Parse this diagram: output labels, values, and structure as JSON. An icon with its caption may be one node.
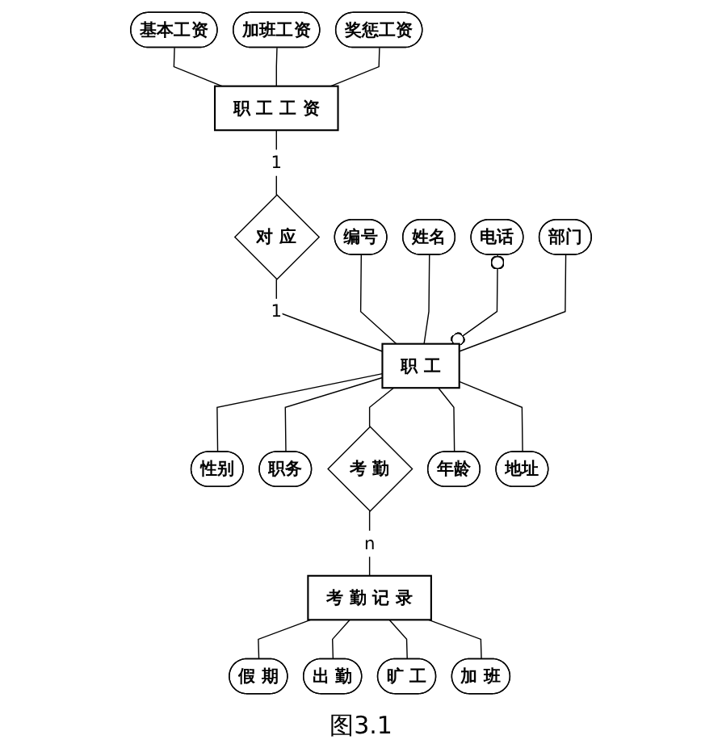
{
  "diagram": {
    "caption": "图3.1",
    "nodes": [
      {
        "text": [
          "基本工资"
        ]
      },
      {
        "text": [
          "加班工资"
        ]
      },
      {
        "text": [
          "奖惩工资"
        ]
      },
      {
        "text": [
          "职 工 工 资"
        ]
      },
      {
        "text": [
          "编号"
        ]
      },
      {
        "text": [
          "对 应"
        ]
      },
      {
        "text": [
          "电话"
        ]
      },
      {
        "text": [
          "姓名"
        ]
      },
      {
        "text": [
          "职 工"
        ]
      },
      {
        "text": [
          "部门"
        ]
      },
      {
        "text": [
          "性别"
        ]
      },
      {
        "text": [
          "职务"
        ]
      },
      {
        "text": [
          "考 勤"
        ]
      },
      {
        "text": [
          "年龄"
        ]
      },
      {
        "text": [
          "地址"
        ]
      },
      {
        "text": [
          "考 勤 记 录"
        ]
      },
      {
        "text": [
          "假 期"
        ]
      },
      {
        "text": [
          "出 勤"
        ]
      },
      {
        "text": [
          "旷 工"
        ]
      },
      {
        "text": [
          "加 班"
        ]
      }
    ],
    "edges": [
      {
        "from": 0,
        "to": 3,
        "arrow": "none"
      },
      {
        "from": 1,
        "to": 3,
        "arrow": "none"
      },
      {
        "from": 2,
        "to": 3,
        "arrow": "none"
      },
      {
        "from": 3,
        "to": 5,
        "arrow": "none",
        "label": "1"
      },
      {
        "from": 5,
        "to": 8,
        "arrow": "none",
        "label": "1"
      },
      {
        "from": 4,
        "to": 8,
        "arrow": "none"
      },
      {
        "from": 7,
        "to": 8,
        "arrow": "none"
      },
      {
        "from": 8,
        "to": 10,
        "arrow": "none"
      },
      {
        "from": 8,
        "to": 13,
        "arrow": "none"
      },
      {
        "from": 6,
        "to": 8,
        "arrow": "other"
      },
      {
        "from": 9,
        "to": 8,
        "arrow": "none"
      },
      {
        "from": 8,
        "to": 11,
        "arrow": "none"
      },
      {
        "from": 8,
        "to": 14,
        "arrow": "none"
      },
      {
        "from": 8,
        "to": 12,
        "arrow": "none"
      },
      {
        "from": 12,
        "to": 15,
        "arrow": "none",
        "label": "n"
      },
      {
        "from": 15,
        "to": 16,
        "arrow": "none"
      },
      {
        "from": 15,
        "to": 17,
        "arrow": "none"
      },
      {
        "from": 15,
        "to": 18,
        "arrow": "none"
      },
      {
        "from": 15,
        "to": 19,
        "arrow": "none"
      }
    ]
  }
}
